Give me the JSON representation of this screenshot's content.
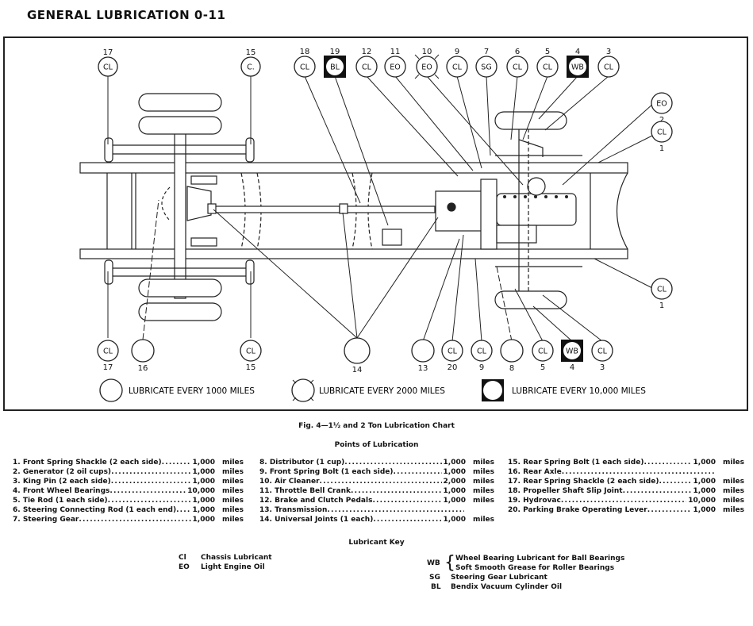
{
  "page_title": "GENERAL LUBRICATION 0-11",
  "diagram": {
    "callouts_top": [
      {
        "num": "17",
        "code": "CL",
        "style": "circle"
      },
      {
        "num": "15",
        "code": "C.",
        "style": "circle"
      },
      {
        "num": "18",
        "code": "CL",
        "style": "circle"
      },
      {
        "num": "19",
        "code": "BL",
        "style": "square"
      },
      {
        "num": "12",
        "code": "CL",
        "style": "circle"
      },
      {
        "num": "11",
        "code": "EO",
        "style": "circle"
      },
      {
        "num": "10",
        "code": "EO",
        "style": "cross"
      },
      {
        "num": "9",
        "code": "CL",
        "style": "circle"
      },
      {
        "num": "7",
        "code": "SG",
        "style": "circle"
      },
      {
        "num": "6",
        "code": "CL",
        "style": "circle"
      },
      {
        "num": "5",
        "code": "CL",
        "style": "circle"
      },
      {
        "num": "4",
        "code": "WB",
        "style": "square"
      },
      {
        "num": "3",
        "code": "CL",
        "style": "circle"
      }
    ],
    "callouts_right": [
      {
        "num": "2",
        "code": "EO",
        "style": "circle"
      },
      {
        "num": "1",
        "code": "CL",
        "style": "circle"
      },
      {
        "num": "1",
        "code": "CL",
        "style": "circle"
      }
    ],
    "callouts_bottom": [
      {
        "num": "17",
        "code": "CL",
        "style": "circle"
      },
      {
        "num": "16",
        "code": "",
        "style": "circle"
      },
      {
        "num": "15",
        "code": "CL",
        "style": "circle"
      },
      {
        "num": "14",
        "code": "",
        "style": "circle"
      },
      {
        "num": "13",
        "code": "",
        "style": "circle"
      },
      {
        "num": "20",
        "code": "CL",
        "style": "circle"
      },
      {
        "num": "9",
        "code": "CL",
        "style": "circle"
      },
      {
        "num": "8",
        "code": "",
        "style": "circle"
      },
      {
        "num": "5",
        "code": "CL",
        "style": "circle"
      },
      {
        "num": "4",
        "code": "WB",
        "style": "square"
      },
      {
        "num": "3",
        "code": "CL",
        "style": "circle"
      }
    ],
    "legend": [
      {
        "symbol": "circle",
        "label": "LUBRICATE EVERY 1000 MILES"
      },
      {
        "symbol": "cross-circle",
        "label": "LUBRICATE EVERY 2000 MILES"
      },
      {
        "symbol": "square-circle",
        "label": "LUBRICATE EVERY 10,000 MILES"
      }
    ]
  },
  "figure_caption": "Fig. 4—1½ and 2 Ton Lubrication Chart",
  "points_heading": "Points of Lubrication",
  "points": [
    [
      {
        "n": "1.",
        "label": "Front Spring Shackle (2 each side)",
        "value": "1,000",
        "unit": "miles"
      },
      {
        "n": "2.",
        "label": "Generator (2 oil cups)",
        "value": "1,000",
        "unit": "miles"
      },
      {
        "n": "3.",
        "label": "King Pin (2 each side)",
        "value": "1,000",
        "unit": "miles"
      },
      {
        "n": "4.",
        "label": "Front Wheel Bearings",
        "value": "10,000",
        "unit": "miles"
      },
      {
        "n": "5.",
        "label": "Tie Rod (1 each side)",
        "value": "1,000",
        "unit": "miles"
      },
      {
        "n": "6.",
        "label": "Steering Connecting Rod (1 each end)",
        "value": "1,000",
        "unit": "miles"
      },
      {
        "n": "7.",
        "label": "Steering Gear",
        "value": "1,000",
        "unit": "miles"
      }
    ],
    [
      {
        "n": "8.",
        "label": "Distributor (1 cup)",
        "value": "1,000",
        "unit": "miles"
      },
      {
        "n": "9.",
        "label": "Front Spring Bolt (1 each side)",
        "value": "1,000",
        "unit": "miles"
      },
      {
        "n": "10.",
        "label": "Air Cleaner",
        "value": "2,000",
        "unit": "miles"
      },
      {
        "n": "11.",
        "label": "Throttle Bell Crank",
        "value": "1,000",
        "unit": "miles"
      },
      {
        "n": "12.",
        "label": "Brake and Clutch Pedals",
        "value": "1,000",
        "unit": "miles"
      },
      {
        "n": "13.",
        "label": "Transmission",
        "value": "",
        "unit": ""
      },
      {
        "n": "14.",
        "label": "Universal Joints (1 each)",
        "value": "1,000",
        "unit": "miles"
      }
    ],
    [
      {
        "n": "15.",
        "label": "Rear Spring Bolt (1 each side)",
        "value": "1,000",
        "unit": "miles"
      },
      {
        "n": "16.",
        "label": "Rear Axle",
        "value": "",
        "unit": ""
      },
      {
        "n": "17.",
        "label": "Rear Spring Shackle (2 each side)",
        "value": "1,000",
        "unit": "miles"
      },
      {
        "n": "18.",
        "label": "Propeller Shaft Slip Joint",
        "value": "1,000",
        "unit": "miles"
      },
      {
        "n": "19.",
        "label": "Hydrovac",
        "value": "10,000",
        "unit": "miles"
      },
      {
        "n": "20.",
        "label": "Parking Brake Operating Lever",
        "value": "1,000",
        "unit": "miles"
      }
    ]
  ],
  "key_heading": "Lubricant Key",
  "key_left": [
    {
      "abbr": "Cl",
      "desc": "Chassis Lubricant"
    },
    {
      "abbr": "EO",
      "desc": "Light Engine Oil"
    }
  ],
  "key_right": {
    "wb": {
      "abbr": "WB",
      "lines": [
        "Wheel Bearing Lubricant for Ball Bearings",
        "Soft Smooth Grease for Roller Bearings"
      ]
    },
    "others": [
      {
        "abbr": "SG",
        "desc": "Steering Gear Lubricant"
      },
      {
        "abbr": "BL",
        "desc": "Bendix Vacuum Cylinder Oil"
      }
    ]
  }
}
